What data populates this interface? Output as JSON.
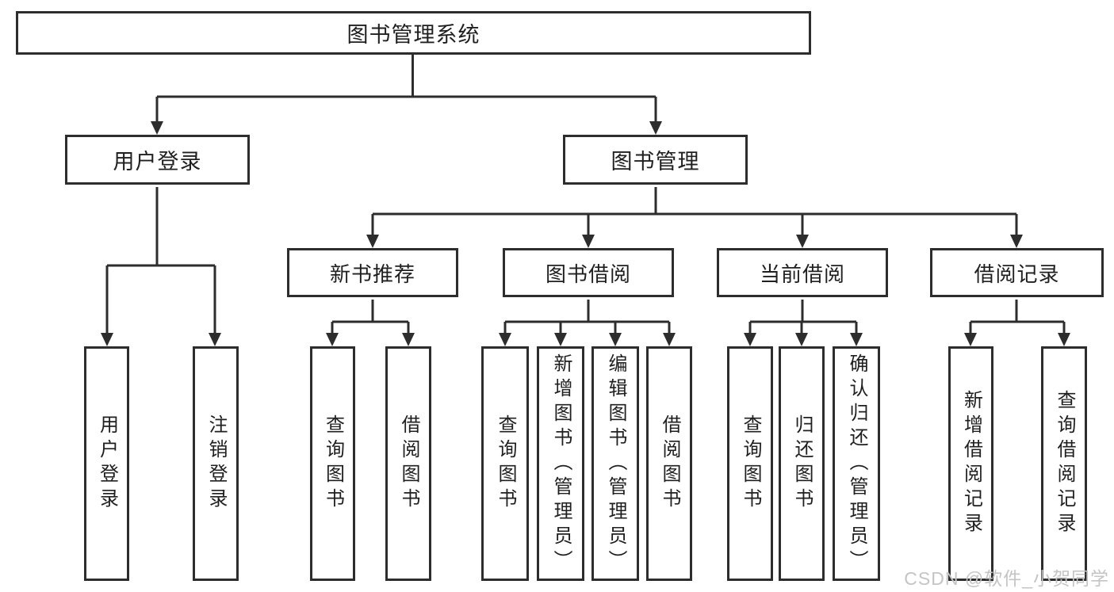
{
  "diagram": {
    "type": "org-tree",
    "tree": {
      "root": {
        "label": "图书管理系统"
      },
      "branches": [
        {
          "label": "用户登录",
          "children": [
            {
              "label": "用户登录"
            },
            {
              "label": "注销登录"
            }
          ]
        },
        {
          "label": "图书管理",
          "children": [
            {
              "label": "新书推荐",
              "children": [
                {
                  "label": "查询图书"
                },
                {
                  "label": "借阅图书"
                }
              ]
            },
            {
              "label": "图书借阅",
              "children": [
                {
                  "label": "查询图书"
                },
                {
                  "label": "新增图书（管理员）"
                },
                {
                  "label": "编辑图书（管理员）"
                },
                {
                  "label": "借阅图书"
                }
              ]
            },
            {
              "label": "当前借阅",
              "children": [
                {
                  "label": "查询图书"
                },
                {
                  "label": "归还图书"
                },
                {
                  "label": "确认归还（管理员）"
                }
              ]
            },
            {
              "label": "借阅记录",
              "children": [
                {
                  "label": "新增借阅记录"
                },
                {
                  "label": "查询借阅记录"
                }
              ]
            }
          ]
        }
      ]
    }
  },
  "watermark": {
    "text": "CSDN @软件_小贺同学"
  },
  "colors": {
    "border": "#2d2d2d",
    "line": "#2d2d2d",
    "text": "#1f1f1f",
    "watermark": "#c4c4c4",
    "background": "#ffffff"
  }
}
